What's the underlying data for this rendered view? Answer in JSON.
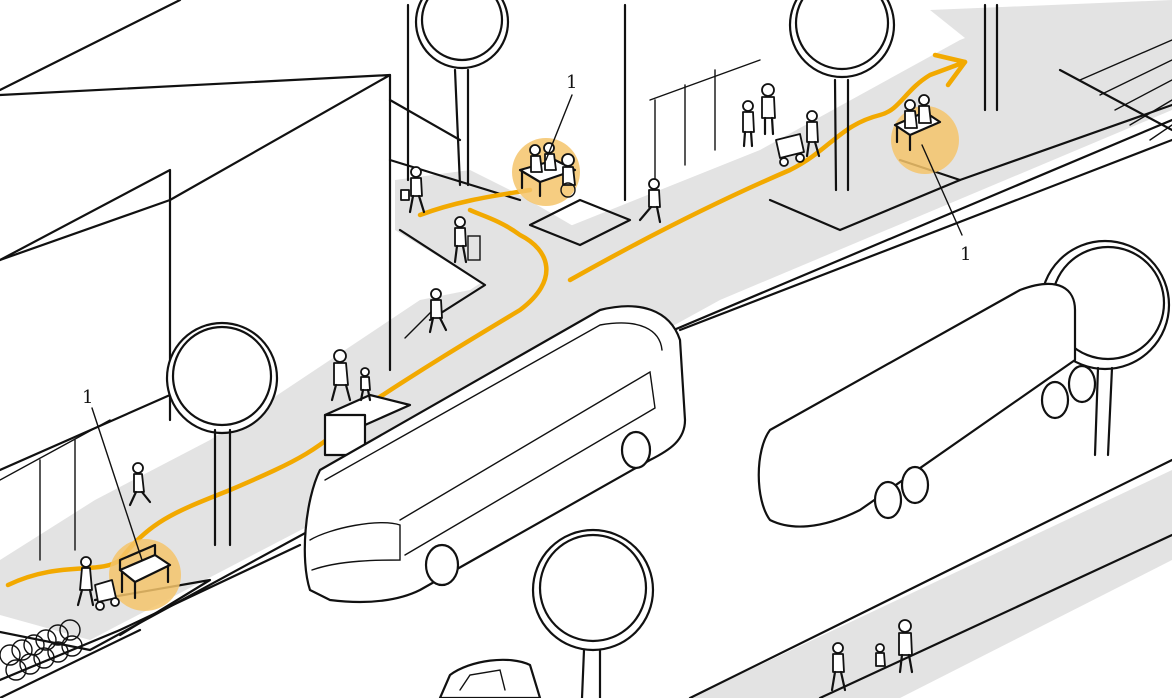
{
  "colors": {
    "route": "#f2a900",
    "highlight": "#f5c46b",
    "sidewalk": "#e3e3e3",
    "ink": "#111111"
  },
  "callouts": {
    "left": "1",
    "top_center": "1",
    "right": "1"
  }
}
